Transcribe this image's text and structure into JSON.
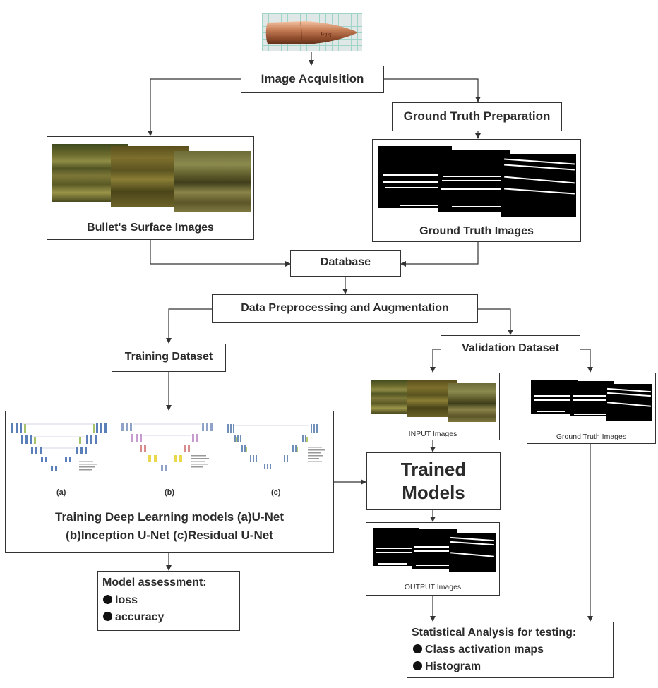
{
  "nodes": {
    "image_acquisition": "Image Acquisition",
    "ground_truth_preparation": "Ground Truth Preparation",
    "surface_images": "Bullet's Surface Images",
    "ground_truth_images": "Ground Truth Images",
    "database": "Database",
    "preprocessing": "Data Preprocessing and Augmentation",
    "training_dataset": "Training Dataset",
    "validation_dataset": "Validation Dataset",
    "input_images": "INPUT Images",
    "gt_images_small": "Ground Truth Images",
    "trained_models_line1": "Trained",
    "trained_models_line2": "Models",
    "output_images": "OUTPUT Images",
    "training_line1": "Training Deep Learning models (a)U-Net",
    "training_line2": "(b)Inception U-Net (c)Residual U-Net",
    "sub_a": "(a)",
    "sub_b": "(b)",
    "sub_c": "(c)"
  },
  "model_assessment": {
    "title": "Model assessment:",
    "items": [
      "loss",
      "accuracy"
    ]
  },
  "statistical_analysis": {
    "title": "Statistical Analysis for testing:",
    "items": [
      "Class activation maps",
      "Histogram"
    ]
  },
  "colors": {
    "border": "#333333",
    "text": "#2b2b2b",
    "arrow": "#333333"
  }
}
